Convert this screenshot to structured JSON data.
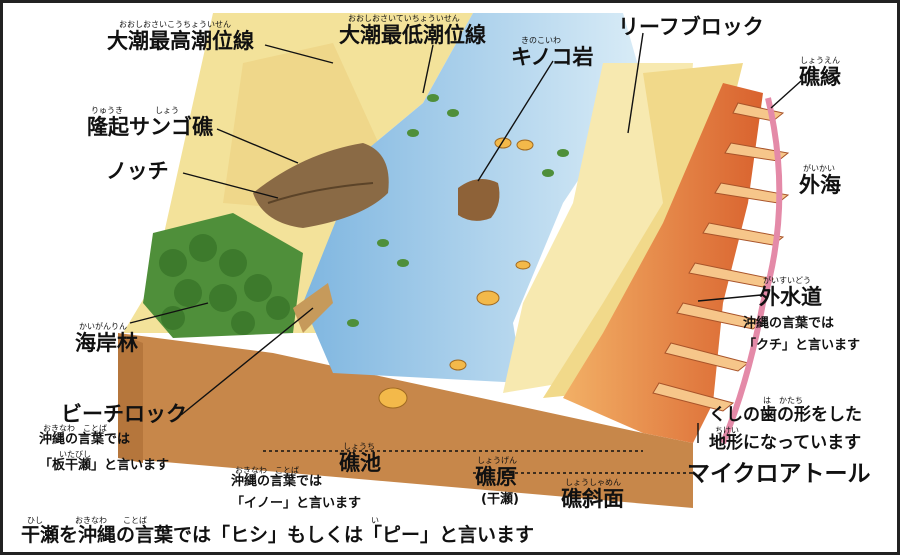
{
  "labels": {
    "high_tide": "大潮最高潮位線",
    "high_tide_ruby": "おおしおさいこうちょういせん",
    "low_tide": "大潮最低潮位線",
    "low_tide_ruby": "おおしおさいていちょういせん",
    "mushroom_rock": "キノコ岩",
    "mushroom_rock_ruby": "きのこいわ",
    "reef_block": "リーフブロック",
    "reef_edge": "礁縁",
    "reef_edge_ruby": "しょうえん",
    "uplifted_coral": "隆起サンゴ礁",
    "uplifted_coral_ruby": "りゅうき　　　　しょう",
    "notch": "ノッチ",
    "open_sea": "外海",
    "open_sea_ruby": "がいかい",
    "coastal_forest": "海岸林",
    "coastal_forest_ruby": "かいがんりん",
    "outer_channel": "外水道",
    "outer_channel_ruby": "がいすいどう",
    "outer_channel_note1": "沖縄の言葉では",
    "outer_channel_note2": "「クチ」と言います",
    "beach_rock": "ビーチロック",
    "beach_rock_note1": "沖縄の言葉では",
    "beach_rock_note2": "「板干瀬」と言います",
    "beach_rock_note_ruby": "おきなわ　ことば",
    "beach_rock_note2_ruby": "いたびし",
    "comb_note1": "くしの歯の形をした",
    "comb_note2": "地形になっています",
    "comb_ruby1": "は　かたち",
    "comb_ruby2": "ちけい",
    "micro_atoll": "マイクロアトール",
    "reef_pond": "礁池",
    "reef_pond_ruby": "しょうち",
    "reef_pond_note1": "沖縄の言葉では",
    "reef_pond_note2": "「イノー」と言います",
    "reef_pond_note_ruby": "おきなわ　ことば",
    "reef_flat": "礁原",
    "reef_flat_ruby": "しょうげん",
    "reef_flat_sub": "(干瀬)",
    "reef_slope": "礁斜面",
    "reef_slope_ruby": "しょうしゃめん",
    "footer": "干瀬を沖縄の言葉では「ヒシ」もしくは「ピー」と言います",
    "footer_ruby": "ひし　　　　おきなわ　　ことば　　　　　　　　　　　　　　　　　　　　　　　　　　　　い"
  },
  "colors": {
    "sand": "#f3e29a",
    "lagoon": "#a9cde6",
    "reef_orange": "#e8914a",
    "outer_sea": "#ffffff",
    "earth": "#c98b4a",
    "forest": "#4f8f3a"
  }
}
